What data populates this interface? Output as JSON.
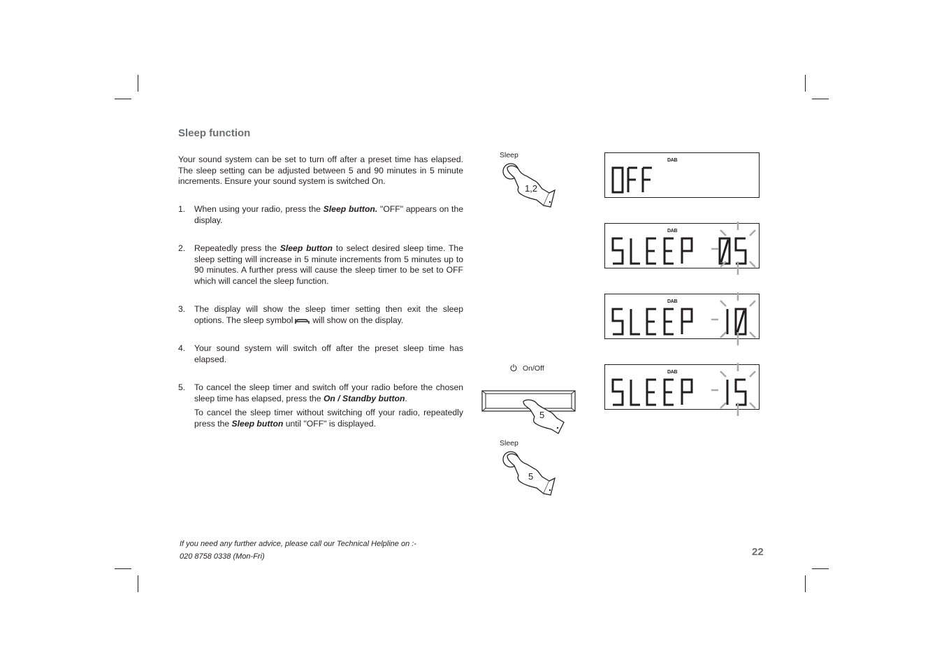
{
  "heading": "Sleep function",
  "intro": "Your sound system can be set to turn off after a preset time has elapsed. The sleep setting can be adjusted between 5 and 90 minutes in 5 minute increments. Ensure your sound system is switched On.",
  "steps": [
    {
      "num": "1.",
      "pre": "When using your radio, press the ",
      "bold": "Sleep button.",
      "post": " \"OFF\" appears on the display."
    },
    {
      "num": "2.",
      "pre": "Repeatedly press the ",
      "bold": "Sleep button",
      "post": " to select desired sleep time. The sleep setting will increase in 5 minute increments from 5 minutes up to 90 minutes. A further press will cause the sleep timer to be set to OFF which will cancel the sleep function."
    },
    {
      "num": "3.",
      "pre": "The display will show the sleep timer setting then exit the sleep options. The sleep symbol",
      "post": "will show on the display."
    },
    {
      "num": "4.",
      "text": "Your sound system will switch off after the preset sleep time has elapsed."
    },
    {
      "num": "5.",
      "pre": "To cancel the sleep timer and switch off your radio before the chosen sleep time has elapsed, press the ",
      "bold": "On / Standby button",
      "post": ".",
      "pre2": "To cancel the sleep timer without switching off your radio, repeatedly press the ",
      "bold2": "Sleep button",
      "post2": " until \"OFF\" is displayed."
    }
  ],
  "footer": {
    "line1": "If you need any further advice, please call our Technical Helpline on :-",
    "line2": "020 8758 0338 (Mon-Fri)"
  },
  "page_number": "22",
  "illustrations": {
    "sleep_label_top": "Sleep",
    "press_label_top": "1,2",
    "onoff_label": "On/Off",
    "press_label_onoff": "5",
    "sleep_label_bottom": "Sleep",
    "press_label_bottom": "5"
  },
  "displays": [
    {
      "indicator": "DAB",
      "text": "OFF"
    },
    {
      "indicator": "DAB",
      "text": "SLEEP 05"
    },
    {
      "indicator": "DAB",
      "text": "SLEEP 10"
    },
    {
      "indicator": "DAB",
      "text": "SLEEP 15"
    }
  ]
}
